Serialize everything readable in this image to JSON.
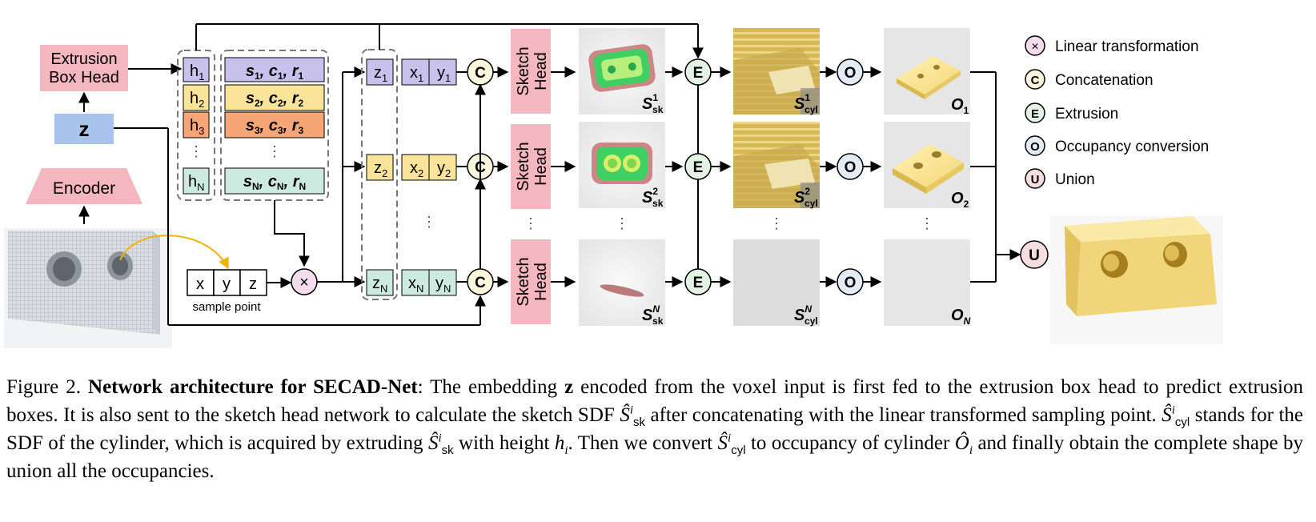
{
  "figure": {
    "extrusion_box_head": [
      "Extrusion",
      "Box Head"
    ],
    "z_label": "z",
    "encoder_label": "Encoder",
    "h_labels": [
      "h",
      "h",
      "h",
      "h"
    ],
    "h_subs": [
      "1",
      "2",
      "3",
      "N"
    ],
    "scr_rows": [
      {
        "s": "s",
        "c": "c",
        "r": "r",
        "sub": "1"
      },
      {
        "s": "s",
        "c": "c",
        "r": "r",
        "sub": "2"
      },
      {
        "s": "s",
        "c": "c",
        "r": "r",
        "sub": "3"
      },
      {
        "s": "s",
        "c": "c",
        "r": "r",
        "sub": "N"
      }
    ],
    "ellipsis": "⋮",
    "z_cells": [
      "z",
      "z",
      "z"
    ],
    "xy_cells": [
      [
        "x",
        "y"
      ],
      [
        "x",
        "y"
      ],
      [
        "x",
        "y"
      ]
    ],
    "row_subs": [
      "1",
      "2",
      "N"
    ],
    "sample_point": [
      "x",
      "y",
      "z"
    ],
    "sample_point_label": "sample point",
    "concat_symbol": "C",
    "linear_symbol": "×",
    "extrusion_symbol": "E",
    "occupancy_symbol": "O",
    "union_symbol": "U",
    "sketch_head": [
      "Sketch",
      "Head"
    ],
    "sk_labels": [
      {
        "main": "S",
        "sup": "1",
        "sub": "sk"
      },
      {
        "main": "S",
        "sup": "2",
        "sub": "sk"
      },
      {
        "main": "S",
        "sup": "N",
        "sub": "sk"
      }
    ],
    "cyl_labels": [
      {
        "main": "S",
        "sup": "1",
        "sub": "cyl"
      },
      {
        "main": "S",
        "sup": "2",
        "sub": "cyl"
      },
      {
        "main": "S",
        "sup": "N",
        "sub": "cyl"
      }
    ],
    "occ_labels": [
      {
        "main": "O",
        "sub": "1"
      },
      {
        "main": "O",
        "sub": "2"
      },
      {
        "main": "O",
        "sub": "N"
      }
    ],
    "legend": [
      {
        "symbol": "×",
        "label": "Linear transformation",
        "color": "#f3dcec"
      },
      {
        "symbol": "C",
        "label": "Concatenation",
        "color": "#fbf7dc"
      },
      {
        "symbol": "E",
        "label": "Extrusion",
        "color": "#e3f2e3"
      },
      {
        "symbol": "O",
        "label": "Occupancy conversion",
        "color": "#e3ecf5"
      },
      {
        "symbol": "U",
        "label": "Union",
        "color": "#f7dede"
      }
    ],
    "colors": {
      "pink": "#f4b6bf",
      "blue": "#a9c4ea",
      "purple": "#c7c1ec",
      "yellow": "#fae49a",
      "orange": "#f6a577",
      "teal": "#cdeae0"
    }
  },
  "caption": {
    "label": "Figure 2.",
    "bold": "Network architecture for SECAD-Net",
    "t1": ": The embedding ",
    "z": "z",
    "t2": " encoded from the voxel input is first fed to the extrusion box head to predict extrusion boxes. It is also sent to the sketch head network to calculate the sketch SDF ",
    "s_sk": "Ŝ",
    "i": "i",
    "sk": "sk",
    "t3": " after concatenating with the linear transformed sampling point. ",
    "s_cyl": "Ŝ",
    "cyl": "cyl",
    "t4": " stands for the SDF of the cylinder, which is acquired by extruding ",
    "t5": " with height ",
    "h": "h",
    "t6": ". Then we convert ",
    "t7": " to occupancy of cylinder ",
    "o": "Ô",
    "t8": " and finally obtain the complete shape by union all the occupancies."
  }
}
